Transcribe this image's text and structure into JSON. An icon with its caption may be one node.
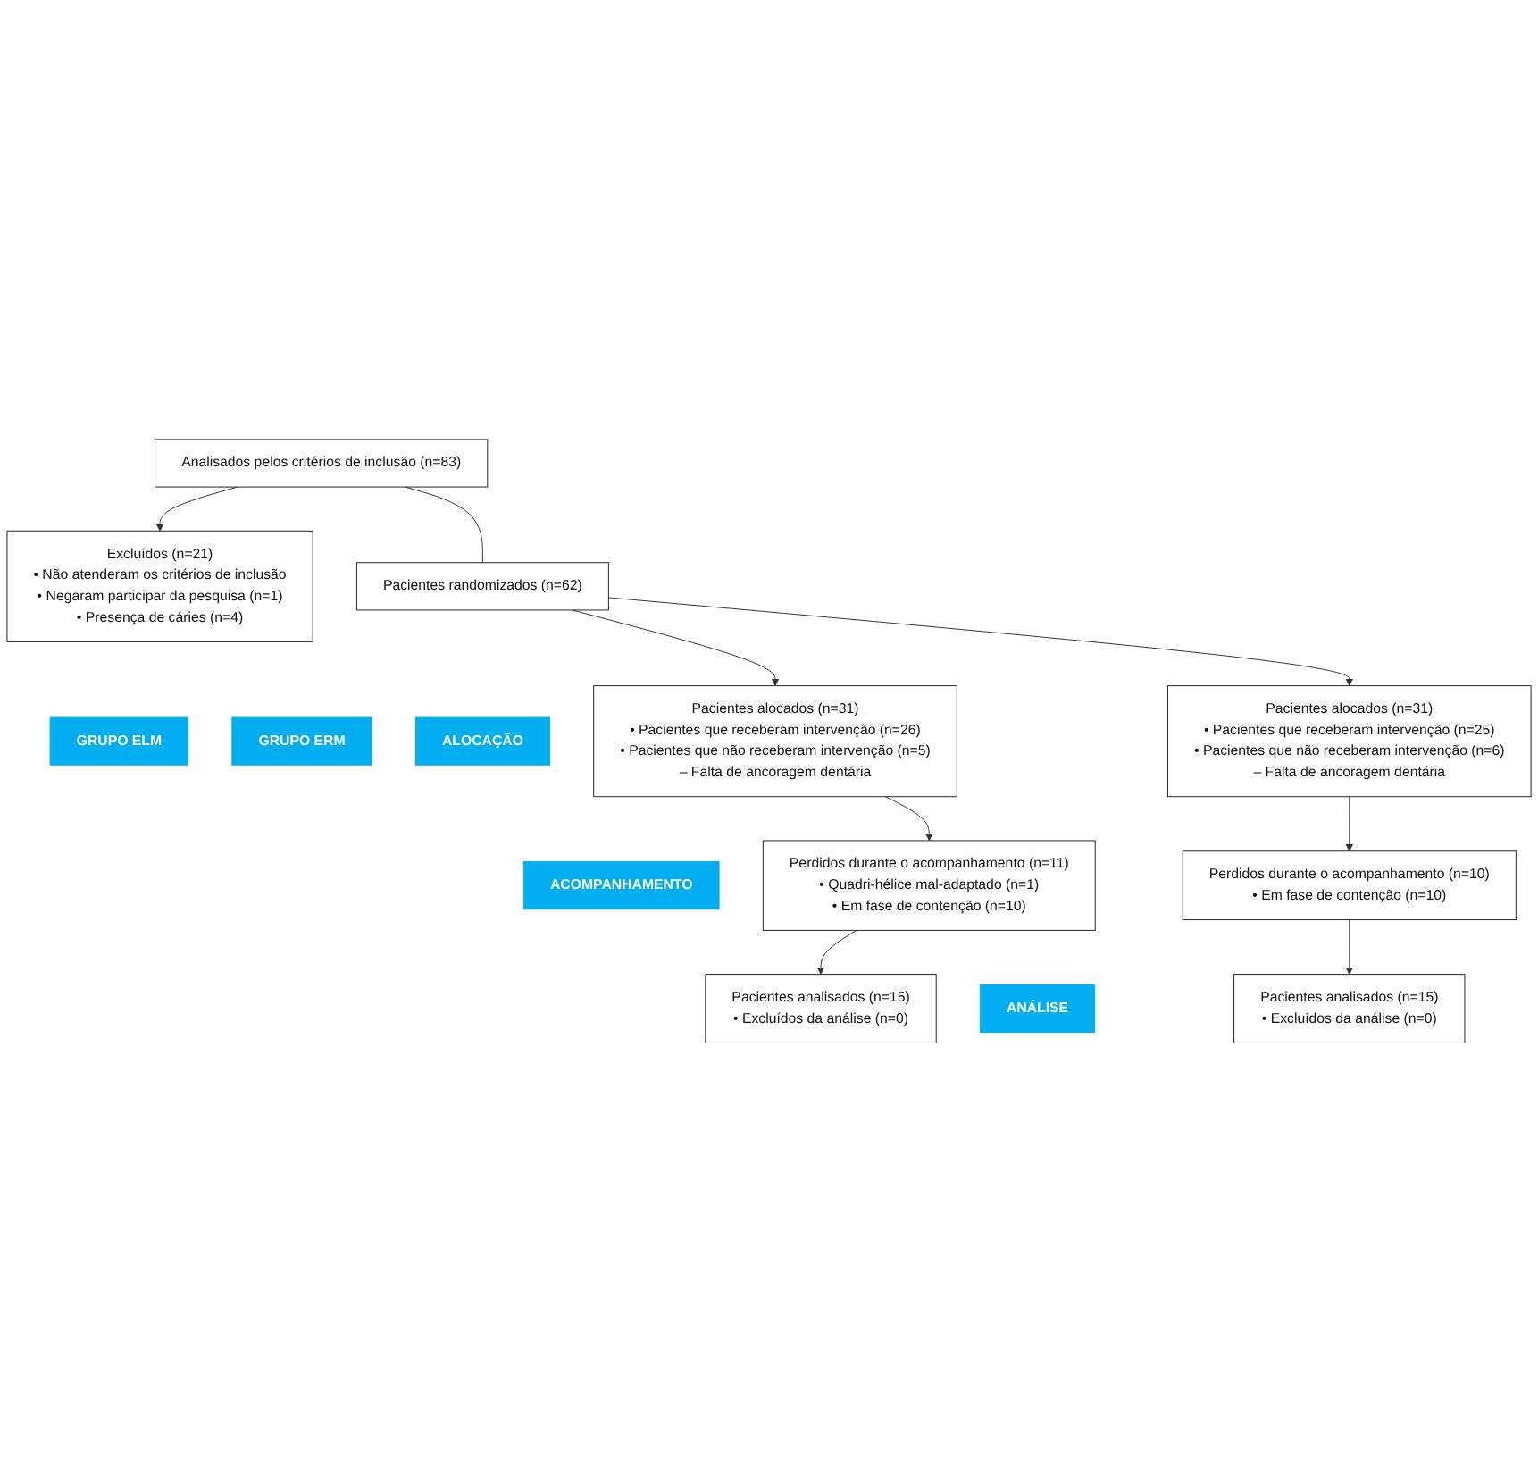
{
  "diagram": {
    "nodes": [
      {
        "text": [
          "Analisados pelos critérios de inclusão (n=83)"
        ]
      },
      {
        "text": [
          "Excluídos (n=21)",
          "• Não atenderam os critérios de inclusão",
          "• Negaram participar da pesquisa (n=1)",
          "• Presença de cáries (n=4)"
        ]
      },
      {
        "text": [
          "Pacientes randomizados (n=62)"
        ]
      },
      {
        "text": [
          "GRUPO ELM"
        ]
      },
      {
        "text": [
          "GRUPO ERM"
        ]
      },
      {
        "text": [
          "ALOCAÇÃO"
        ]
      },
      {
        "text": [
          "Pacientes alocados (n=31)",
          "• Pacientes que receberam intervenção (n=26)",
          "• Pacientes que não receberam intervenção (n=5)",
          "– Falta de ancoragem dentária"
        ]
      },
      {
        "text": [
          "Pacientes alocados (n=31)",
          "• Pacientes que receberam intervenção (n=25)",
          "• Pacientes que não receberam intervenção (n=6)",
          "– Falta de ancoragem dentária"
        ]
      },
      {
        "text": [
          "ACOMPANHAMENTO"
        ]
      },
      {
        "text": [
          "Perdidos durante o acompanhamento (n=11)",
          "• Quadri-hélice mal-adaptado (n=1)",
          "• Em fase de contenção (n=10)"
        ]
      },
      {
        "text": [
          "Perdidos durante o acompanhamento (n=10)",
          "• Em fase de contenção (n=10)"
        ]
      },
      {
        "text": [
          "ANÁLISE"
        ]
      },
      {
        "text": [
          "Pacientes analisados (n=15)",
          "• Excluídos da análise (n=0)"
        ]
      },
      {
        "text": [
          "Pacientes analisados (n=15)",
          "• Excluídos da análise (n=0)"
        ]
      }
    ],
    "edges": [
      {
        "from": 0,
        "to": 2,
        "arrow": "none"
      },
      {
        "from": 0,
        "to": 1,
        "arrow": "to"
      },
      {
        "from": 2,
        "to": 6,
        "arrow": "to"
      },
      {
        "from": 2,
        "to": 7,
        "arrow": "to"
      },
      {
        "from": 6,
        "to": 9,
        "arrow": "to"
      },
      {
        "from": 7,
        "to": 10,
        "arrow": "to"
      },
      {
        "from": 9,
        "to": 12,
        "arrow": "to"
      },
      {
        "from": 10,
        "to": 13,
        "arrow": "to"
      }
    ]
  }
}
